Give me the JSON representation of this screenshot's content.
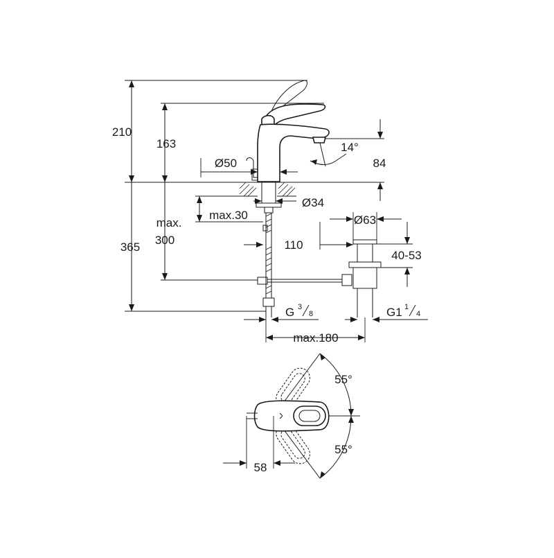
{
  "side_view": {
    "dims": {
      "d210": "210",
      "d163": "163",
      "d50": "Ø50",
      "d14": "14°",
      "d84": "84",
      "d34": "Ø34",
      "dmax30": "max.30",
      "dmax": "max.",
      "d300": "300",
      "d365": "365",
      "d110": "110",
      "d63": "Ø63",
      "d4053": "40-53",
      "g_main": "G",
      "g_num": "3",
      "g_den": "8",
      "g1_main": "G1",
      "g1_num": "1",
      "g1_den": "4",
      "dmax180": "max.180"
    }
  },
  "top_view": {
    "dims": {
      "a55_top": "55°",
      "a55_bottom": "55°",
      "d58": "58"
    }
  }
}
